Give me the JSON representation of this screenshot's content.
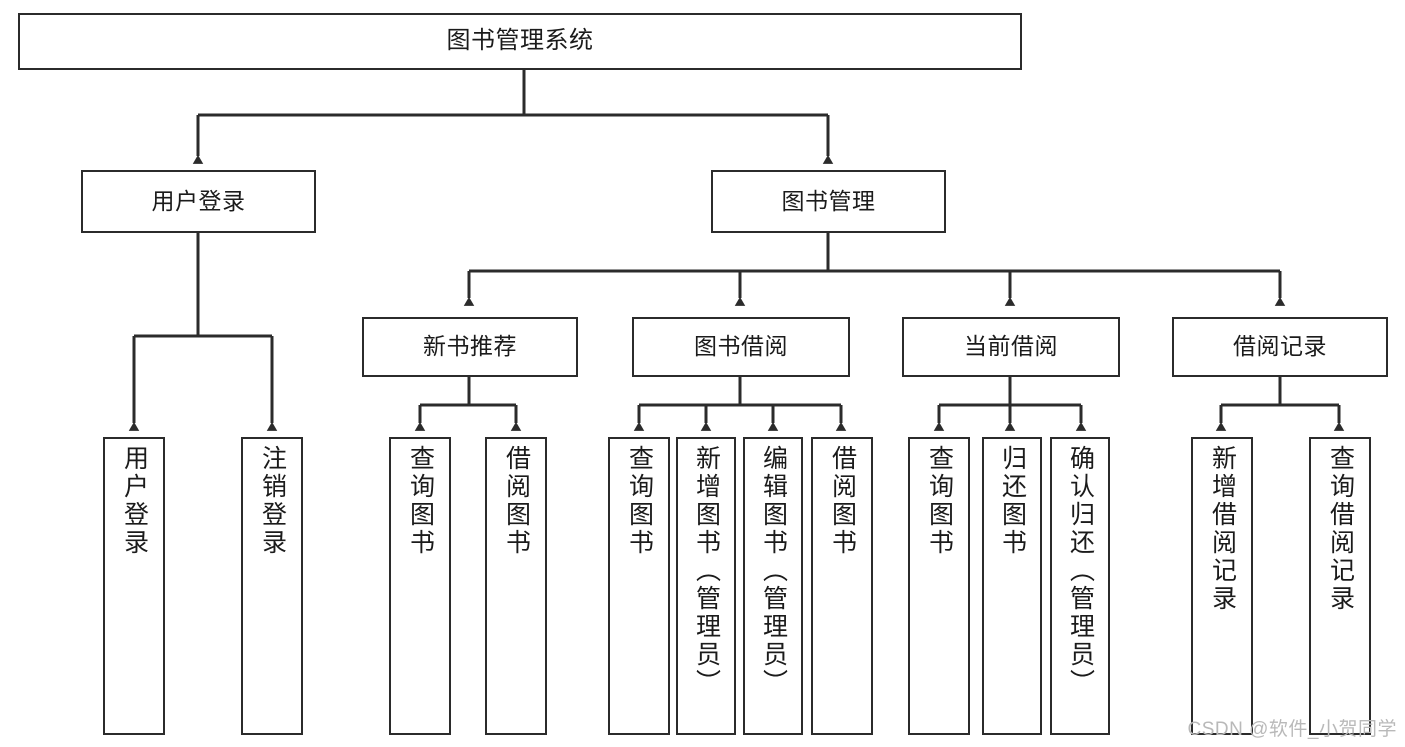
{
  "diagram": {
    "title": "图书管理系统",
    "type": "tree-hierarchy",
    "root": {
      "label": "图书管理系统"
    },
    "level2": [
      {
        "label": "用户登录"
      },
      {
        "label": "图书管理"
      }
    ],
    "level3": [
      {
        "label": "新书推荐"
      },
      {
        "label": "图书借阅"
      },
      {
        "label": "当前借阅"
      },
      {
        "label": "借阅记录"
      }
    ],
    "leaves": {
      "user_login": [
        {
          "label": "用户登录"
        },
        {
          "label": "注销登录"
        }
      ],
      "new_book_recommend": [
        {
          "label": "查询图书"
        },
        {
          "label": "借阅图书"
        }
      ],
      "book_borrow": [
        {
          "label": "查询图书"
        },
        {
          "label": "新增图书（管理员）"
        },
        {
          "label": "编辑图书（管理员）"
        },
        {
          "label": "借阅图书"
        }
      ],
      "current_borrow": [
        {
          "label": "查询图书"
        },
        {
          "label": "归还图书"
        },
        {
          "label": "确认归还（管理员）"
        }
      ],
      "borrow_record": [
        {
          "label": "新增借阅记录"
        },
        {
          "label": "查询借阅记录"
        }
      ]
    },
    "watermark": "CSDN @软件_小贺同学",
    "colors": {
      "stroke": "#2b2b2b",
      "fill": "#ffffff",
      "text": "#1b1b1b",
      "watermark": "#b9b9b9"
    }
  }
}
